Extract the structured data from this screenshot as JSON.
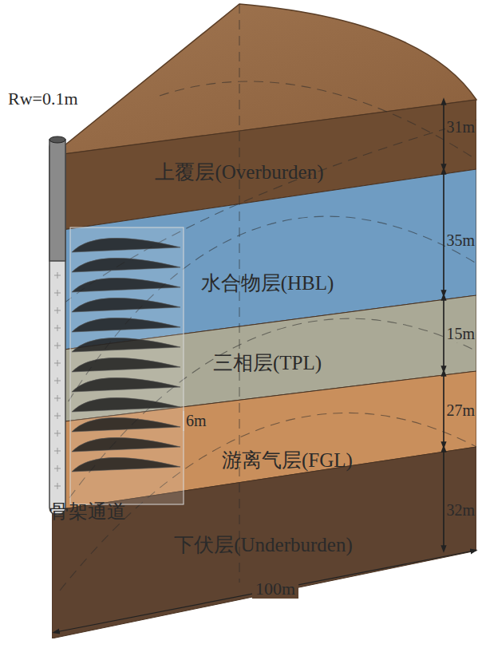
{
  "diagram": {
    "nodes": [
      {
        "text": [
          "上覆层(Overburden)"
        ]
      },
      {
        "text": [
          "水合物层(HBL)"
        ]
      },
      {
        "text": [
          "三相层(TPL)"
        ]
      },
      {
        "text": [
          "游离气层(FGL)"
        ]
      },
      {
        "text": [
          "下伏层(Underburden)"
        ]
      }
    ],
    "labels": [
      "Rw=0.1m",
      "31m",
      "35m",
      "15m",
      "27m",
      "32m",
      "6m",
      "骨架通道",
      "100m"
    ]
  }
}
